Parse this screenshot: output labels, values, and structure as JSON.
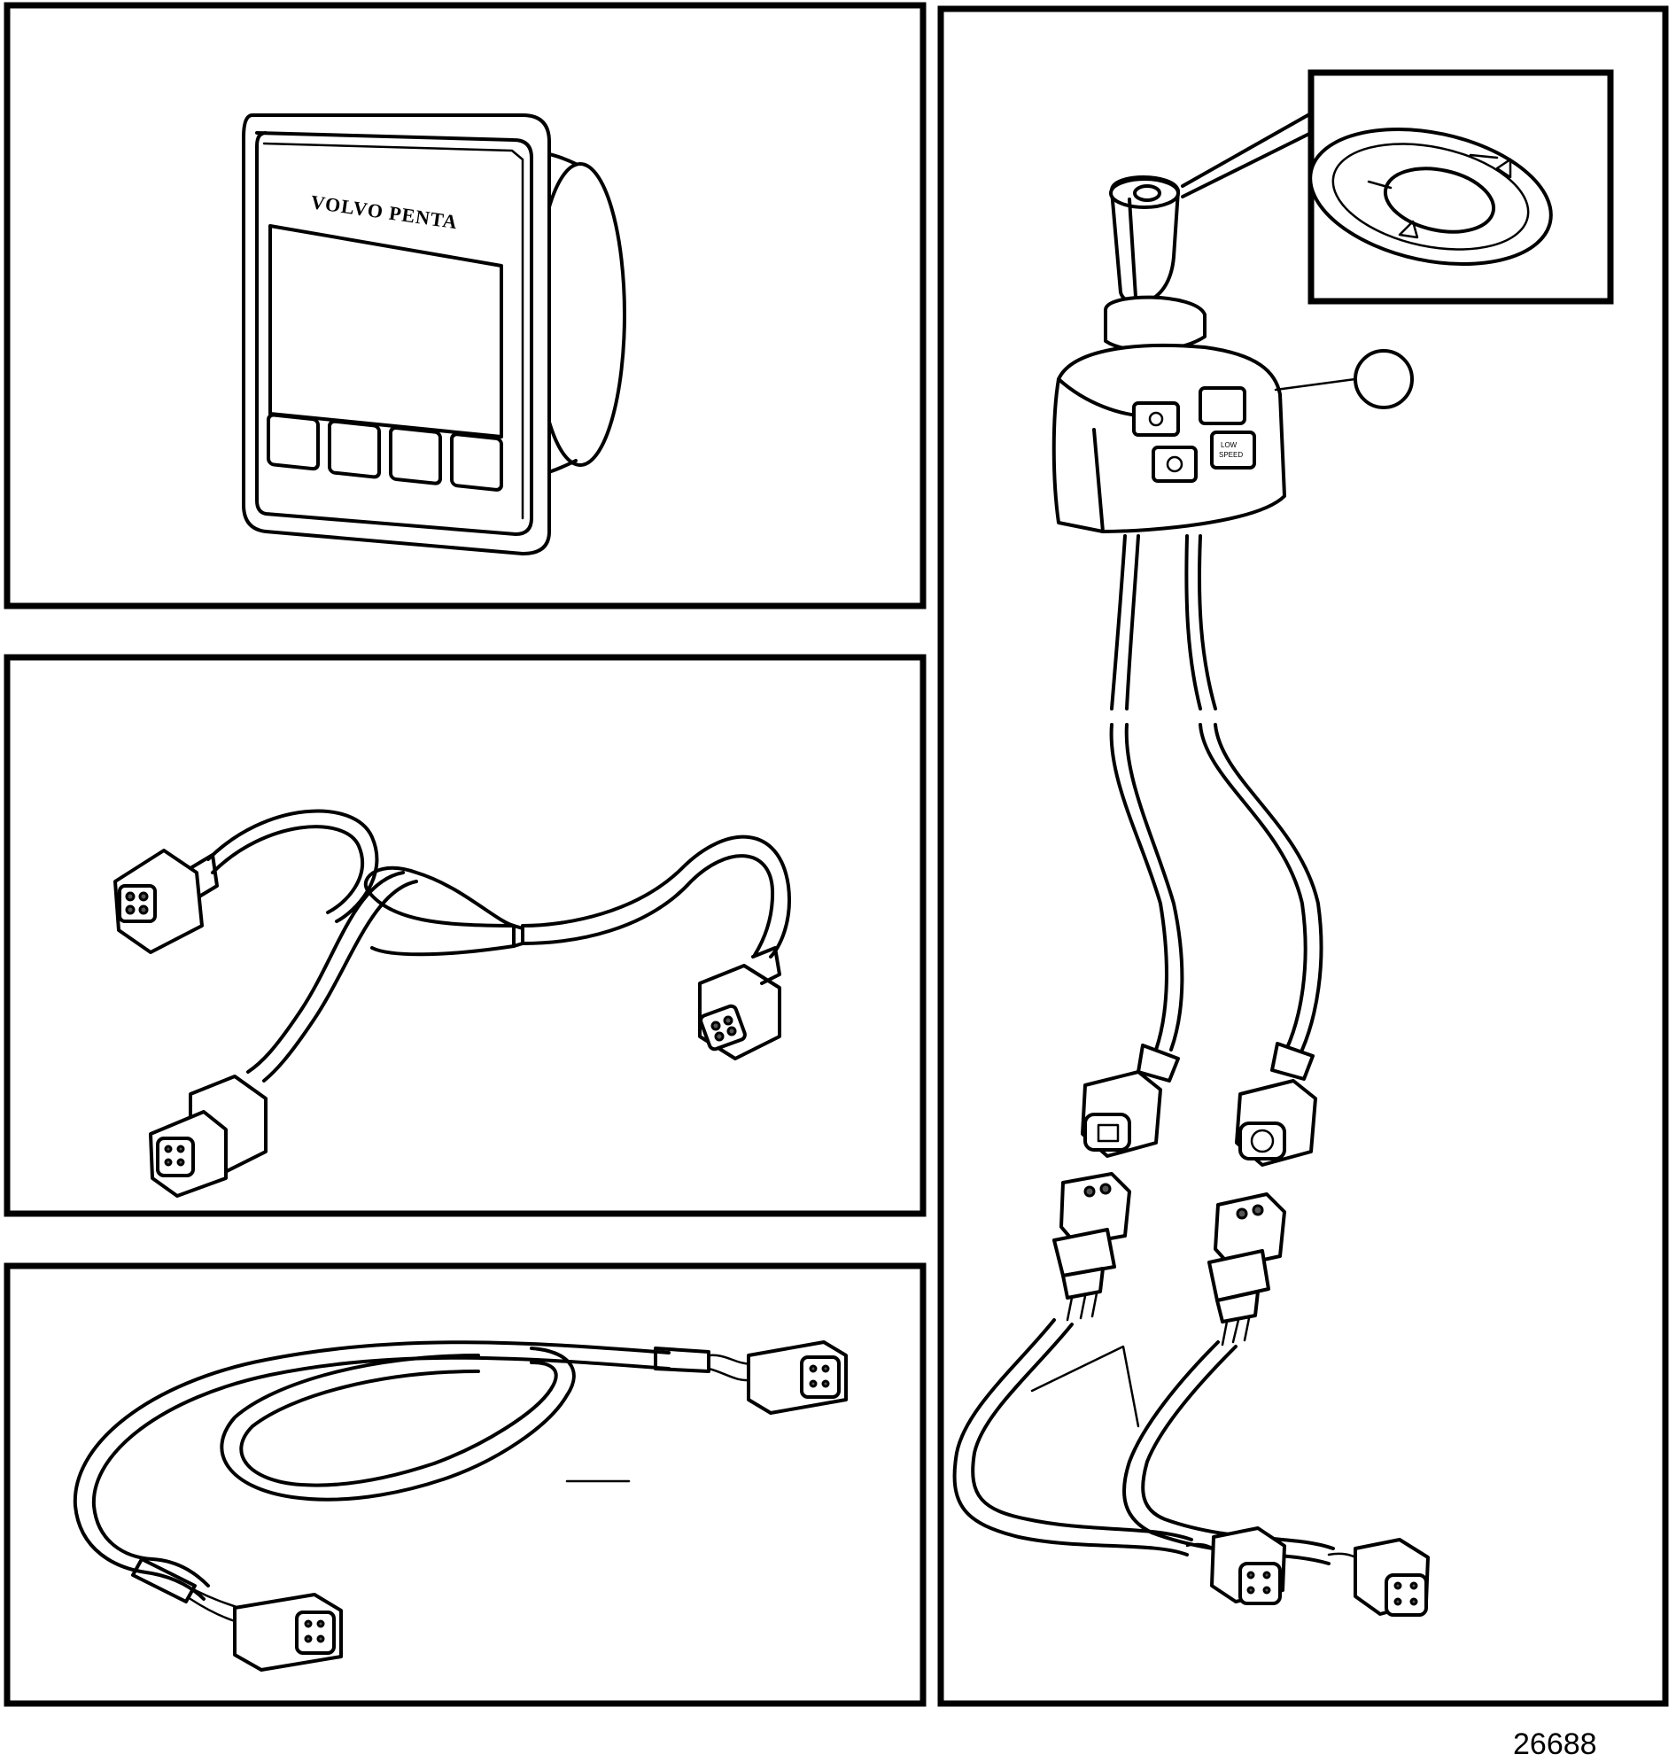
{
  "figure_number": "26688",
  "display": {
    "brand_text": "VOLVO PENTA",
    "button_count": 4
  },
  "joystick": {
    "button_labels": {
      "low_speed": "LOW\nSPEED"
    },
    "callout": ""
  },
  "icons": {
    "display_unit": "display-unit-icon",
    "harness_y": "y-harness-icon",
    "extension_cable": "extension-cable-icon",
    "joystick": "joystick-icon"
  }
}
